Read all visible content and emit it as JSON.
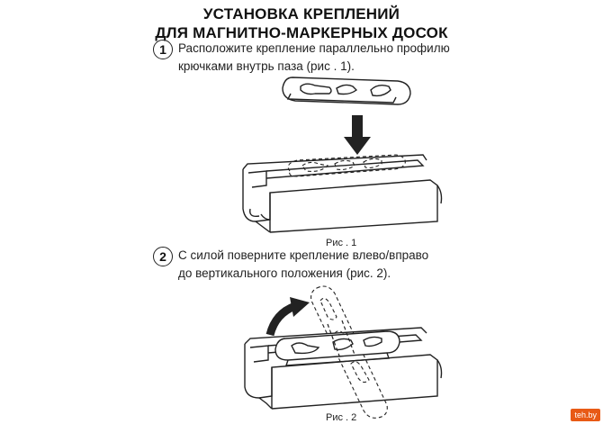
{
  "title": {
    "line1": "УСТАНОВКА КРЕПЛЕНИЙ",
    "line2": "ДЛЯ МАГНИТНО-МАРКЕРНЫХ ДОСОК"
  },
  "steps": [
    {
      "number": "1",
      "line1": "Расположите крепление параллельно профилю",
      "line2": "крючками внутрь паза (рис . 1)."
    },
    {
      "number": "2",
      "line1": "С силой поверните крепление влево/вправо",
      "line2": "до вертикального положения (рис. 2)."
    }
  ],
  "captions": {
    "fig1": "Рис . 1",
    "fig2": "Рис . 2"
  },
  "watermark": "teh.by"
}
